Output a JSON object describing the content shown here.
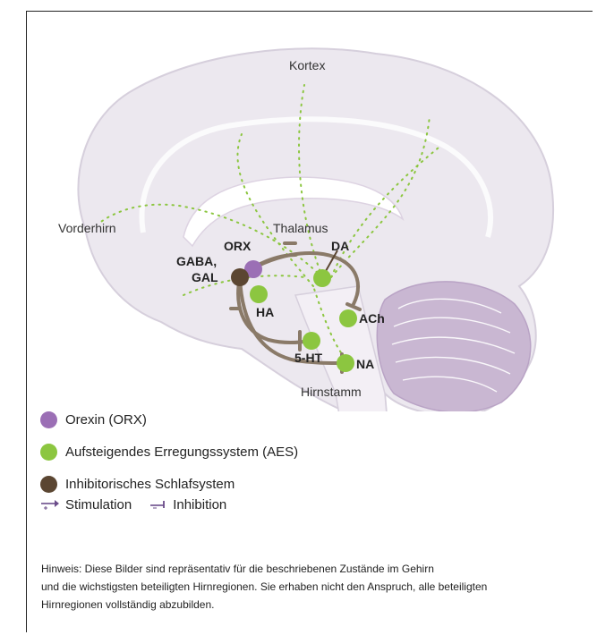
{
  "regions": {
    "cortex": "Kortex",
    "forebrain": "Vorderhirn",
    "thalamus": "Thalamus",
    "brainstem": "Hirnstamm"
  },
  "nodes": {
    "orx": "ORX",
    "gaba": "GABA,",
    "gal": "GAL",
    "da": "DA",
    "ha": "HA",
    "ach": "ACh",
    "ht5": "5-HT",
    "na": "NA"
  },
  "legend": {
    "orexin": "Orexin (ORX)",
    "aes": "Aufsteigendes Erregungssystem (AES)",
    "sleep": "Inhibitorisches Schlafsystem",
    "stimulation": "Stimulation",
    "inhibition": "Inhibition"
  },
  "note": {
    "line1": "Hinweis: Diese Bilder sind repräsentativ für die beschriebenen Zustände im Gehirn",
    "line2": "und die wichstigsten beteiligten Hirnregionen. Sie erhaben nicht den Anspruch, alle beteiligten",
    "line3": "Hirnregionen vollständig abzubilden."
  },
  "colors": {
    "orexin": "#9b6fb5",
    "aes": "#8cc640",
    "sleep": "#5b4632",
    "pathway": "#8a7a68",
    "brain": "#ece8ef",
    "cerebellum": "#c9b7d2"
  }
}
